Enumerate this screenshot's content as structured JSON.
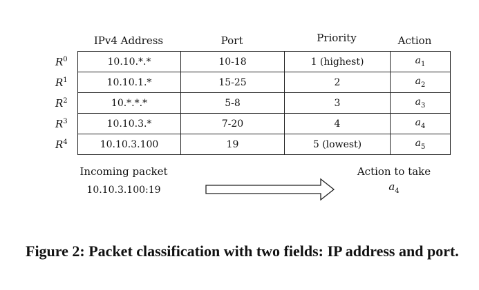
{
  "headers": {
    "ip": "IPv4 Address",
    "port": "Port",
    "priority": "Priority",
    "action": "Action"
  },
  "rules": [
    {
      "name": "R",
      "sup": "0",
      "ip": "10.10.*.*",
      "port": "10-18",
      "priority": "1 (highest)",
      "action": "a",
      "action_sub": "1"
    },
    {
      "name": "R",
      "sup": "1",
      "ip": "10.10.1.*",
      "port": "15-25",
      "priority": "2",
      "action": "a",
      "action_sub": "2"
    },
    {
      "name": "R",
      "sup": "2",
      "ip": "10.*.*.*",
      "port": "5-8",
      "priority": "3",
      "action": "a",
      "action_sub": "3"
    },
    {
      "name": "R",
      "sup": "3",
      "ip": "10.10.3.*",
      "port": "7-20",
      "priority": "4",
      "action": "a",
      "action_sub": "4"
    },
    {
      "name": "R",
      "sup": "4",
      "ip": "10.10.3.100",
      "port": "19",
      "priority": "5 (lowest)",
      "action": "a",
      "action_sub": "5"
    }
  ],
  "incoming": {
    "label": "Incoming packet",
    "value": "10.10.3.100:19"
  },
  "result": {
    "label": "Action to take",
    "action": "a",
    "action_sub": "4"
  },
  "caption": "Figure 2: Packet classification with two fields: IP address and port."
}
